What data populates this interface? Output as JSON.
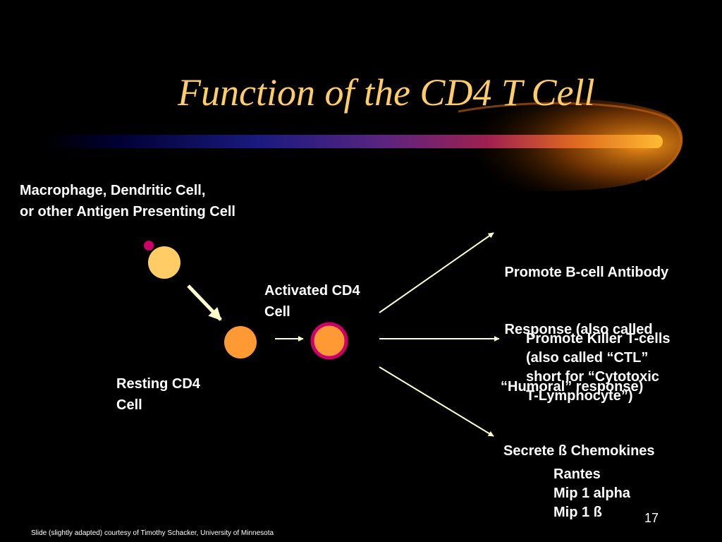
{
  "slide": {
    "title": "Function of the CD4 T Cell",
    "apc_label": [
      "Macrophage, Dendritic Cell,",
      "or other Antigen Presenting Cell"
    ],
    "resting_label": [
      "Resting CD4",
      "Cell"
    ],
    "activated_label": [
      "Activated CD4",
      "Cell"
    ],
    "outcome_bcell": [
      " Promote B-cell Antibody",
      " Response (also called",
      "“Humoral” response)"
    ],
    "outcome_ctl": [
      "Promote Killer T-cells",
      "(also called “CTL”",
      "short for “Cytotoxic",
      "T-Lymphocyte”)"
    ],
    "outcome_chemokines": "Secrete ß Chemokines",
    "chemokines": [
      "Rantes",
      "Mip 1 alpha",
      "Mip 1 ß"
    ],
    "footer_credit": "Slide (slightly adapted) courtesy of Timothy Schacker, University of Minnesota",
    "slide_number": "17"
  },
  "colors": {
    "background": "#000000",
    "title": "#ffcc66",
    "text": "#ffffff",
    "apc_cell": "#ffcc66",
    "antigen_dot": "#cc0066",
    "cd4_cell": "#ff9933",
    "activated_ring": "#cc0066",
    "arrow": "#ffffcc"
  }
}
